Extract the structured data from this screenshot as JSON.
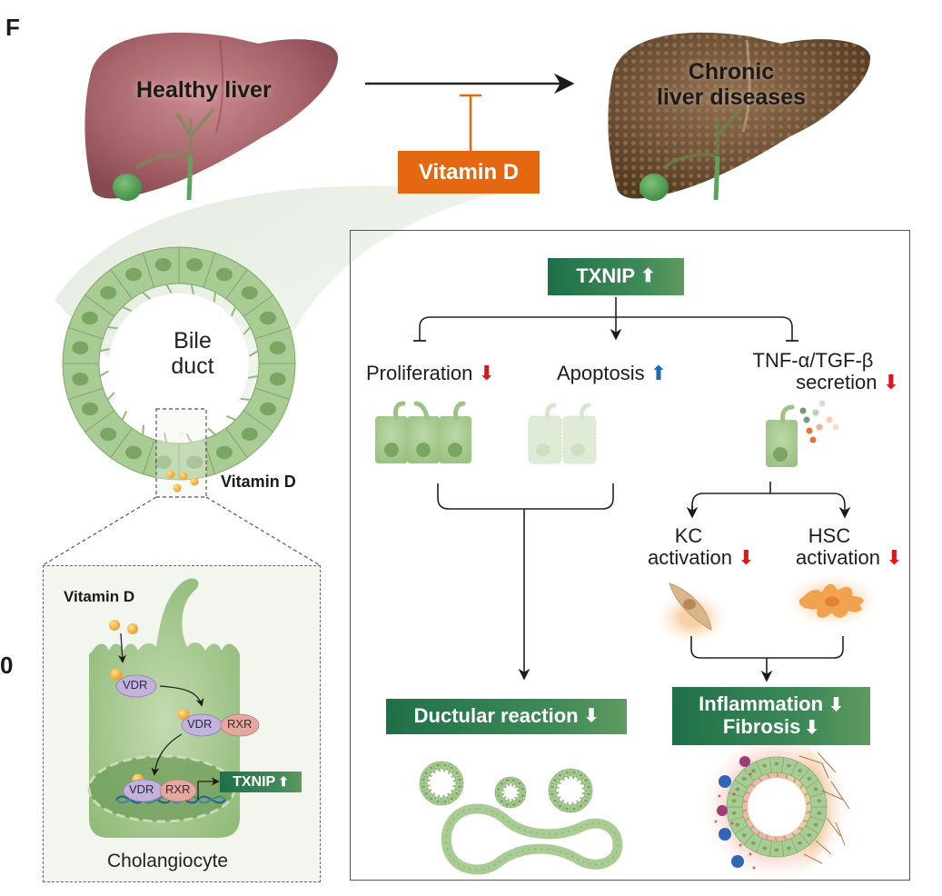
{
  "panel": {
    "letter": "F",
    "left_margin_fragment": "0"
  },
  "top": {
    "healthy_liver": "Healthy liver",
    "chronic_liver_line1": "Chronic",
    "chronic_liver_line2": "liver diseases",
    "progression_arrow": "healthy-to-disease",
    "inhibitor_label": "Vitamin D"
  },
  "bile_duct": {
    "lumen_line1": "Bile",
    "lumen_line2": "duct",
    "vitamin_d_label": "Vitamin D"
  },
  "cholangiocyte_inset": {
    "vitamin_d_label": "Vitamin D",
    "vdr": "VDR",
    "rxr": "RXR",
    "txnip": "TXNIP",
    "cell_label": "Cholangiocyte"
  },
  "pathway": {
    "txnip": "TXNIP",
    "branches": [
      {
        "label": "Proliferation",
        "direction": "down",
        "color": "#e0141b",
        "link": "inhibits"
      },
      {
        "label": "Apoptosis",
        "direction": "up",
        "color": "#1a6cb6",
        "link": "promotes"
      },
      {
        "label_line1": "TNF-α/TGF-β",
        "label_line2": "secretion",
        "direction": "down",
        "color": "#e0141b",
        "link": "inhibits"
      }
    ],
    "activations": [
      {
        "line1": "KC",
        "line2": "activation",
        "direction": "down"
      },
      {
        "line1": "HSC",
        "line2": "activation",
        "direction": "down"
      }
    ],
    "outcomes": {
      "ductular_reaction": "Ductular reaction",
      "inflammation": "Inflammation",
      "fibrosis": "Fibrosis"
    }
  },
  "colors": {
    "vitamin_d_orange": "#e5670f",
    "outcome_green": "#2a7a4f",
    "decrease_red": "#e0141b",
    "increase_blue": "#1a6cb6",
    "cell_green": "#a9cc94"
  }
}
